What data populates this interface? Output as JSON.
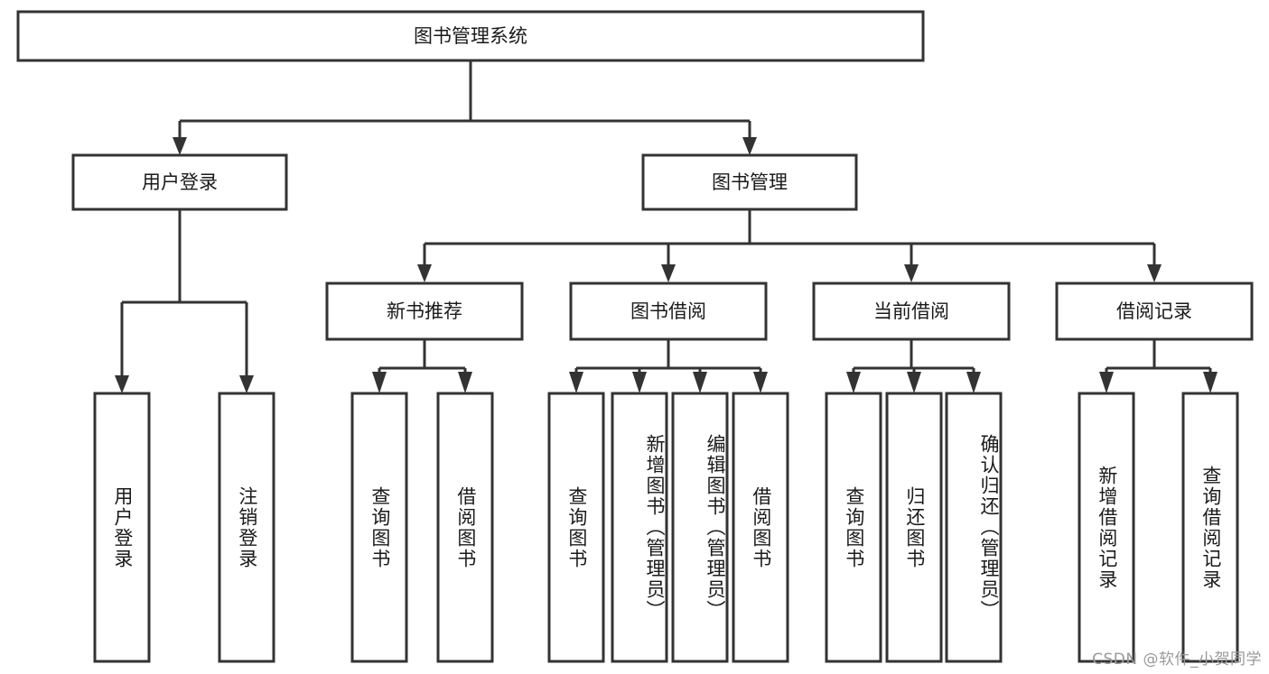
{
  "diagram": {
    "type": "tree",
    "title": "图书管理系统",
    "root": {
      "label": "图书管理系统"
    },
    "level1": [
      {
        "label": "用户登录"
      },
      {
        "label": "图书管理"
      }
    ],
    "level2": [
      {
        "label": "新书推荐"
      },
      {
        "label": "图书借阅"
      },
      {
        "label": "当前借阅"
      },
      {
        "label": "借阅记录"
      }
    ],
    "leaves": {
      "user_login": [
        {
          "label": "用户登录"
        },
        {
          "label": "注销登录"
        }
      ],
      "new_book_recommend": [
        {
          "label": "查询图书"
        },
        {
          "label": "借阅图书"
        }
      ],
      "book_borrow": [
        {
          "label": "查询图书"
        },
        {
          "label": "新增图书（管理员）"
        },
        {
          "label": "编辑图书（管理员）"
        },
        {
          "label": "借阅图书"
        }
      ],
      "current_borrow": [
        {
          "label": "查询图书"
        },
        {
          "label": "归还图书"
        },
        {
          "label": "确认归还（管理员）"
        }
      ],
      "borrow_record": [
        {
          "label": "新增借阅记录"
        },
        {
          "label": "查询借阅记录"
        }
      ]
    }
  },
  "watermark": {
    "text": "CSDN @软件_小贺同学"
  },
  "colors": {
    "box_stroke": "#333333",
    "box_fill": "#ffffff",
    "text": "#1a1a1a",
    "watermark": "#9a9a9a",
    "background": "#ffffff"
  }
}
